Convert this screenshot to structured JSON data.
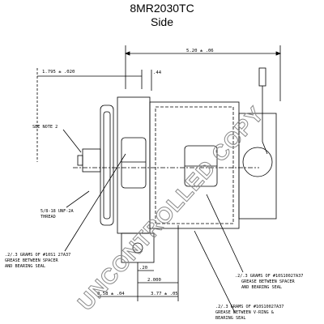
{
  "title": {
    "model": "8MR2030TC",
    "view": "Side"
  },
  "watermark": "UNCONTROLLED COPY",
  "dimensions": {
    "overall_length": "5.20 ± .06",
    "hub_offset": "1.795 ± .020",
    "small_offset": ".44",
    "lower_left": "0.58 ± .04",
    "lower_right": "3.77 ± .05",
    "center_span": "2.000",
    "bottom_gap": ".20"
  },
  "notes": {
    "see_note": "SEE NOTE 2",
    "thread": [
      "5/8-18 UNF-2A",
      "THREAD"
    ],
    "grease_left": [
      ".2/.3 GRAMS OF #10S1 27A37",
      "GREASE BETWEEN SPACER",
      "AND BEARING SEAL"
    ],
    "grease_right": [
      ".2/.3 GRAMS OF #10S10027A37",
      "GREASE BETWEEN SPACER",
      "AND BEARING SEAL"
    ],
    "grease_bottom": [
      ".2/.3 GRAMS OF #10S10027A37",
      "GREASE BETWEEN V-RING &",
      "BEARING SEAL"
    ]
  },
  "colors": {
    "ink": "#000000",
    "watermark": "#8a8a8a",
    "paper": "#ffffff"
  }
}
